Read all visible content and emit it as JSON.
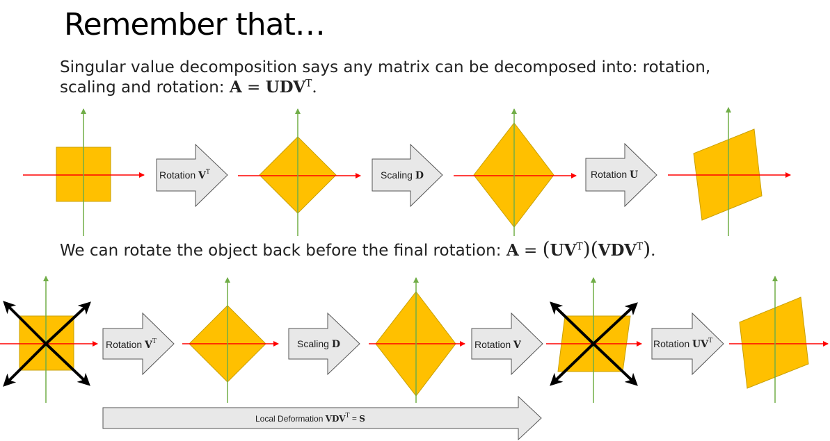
{
  "slide": {
    "title": "Remember that…",
    "line1": "Singular value decomposition says any matrix can be decomposed into: rotation,",
    "line2_text": "scaling and rotation: ",
    "line2_lhs": "A",
    "line2_eq": " = ",
    "line2_rhs": "UDV",
    "line2_sup": "T",
    "line2_end": ".",
    "line3_text": "We can rotate the object back before the final rotation: ",
    "line3_lhs": "A",
    "line3_eq": " = ",
    "line3_p1": "UV",
    "line3_p1_sup": "T",
    "line3_p2": "VDV",
    "line3_p2_sup": "T",
    "line3_end": "."
  },
  "top_row": {
    "arrow1_text": "Rotation ",
    "arrow1_mat": "V",
    "arrow1_sup": "T",
    "arrow2_text": "Scaling ",
    "arrow2_mat": "D",
    "arrow3_text": "Rotation ",
    "arrow3_mat": "U"
  },
  "bottom_row": {
    "arrow1_text": "Rotation ",
    "arrow1_mat": "V",
    "arrow1_sup": "T",
    "arrow2_text": "Scaling ",
    "arrow2_mat": "D",
    "arrow3_text": "Rotation ",
    "arrow3_mat": "V",
    "arrow4_text": "Rotation ",
    "arrow4_mat": "UV",
    "arrow4_sup": "T"
  },
  "long_arrow": {
    "text": "Local Deformation ",
    "mat": "VDV",
    "sup": "T",
    "eq": " = ",
    "rhs": "S"
  },
  "colors": {
    "shape_fill": "#ffc000",
    "shape_stroke": "#c9a000",
    "x_axis": "#ff0000",
    "y_axis": "#70ad47",
    "arrow_fill": "#e8e8e8",
    "arrow_stroke": "#555555",
    "cross": "#000000"
  }
}
